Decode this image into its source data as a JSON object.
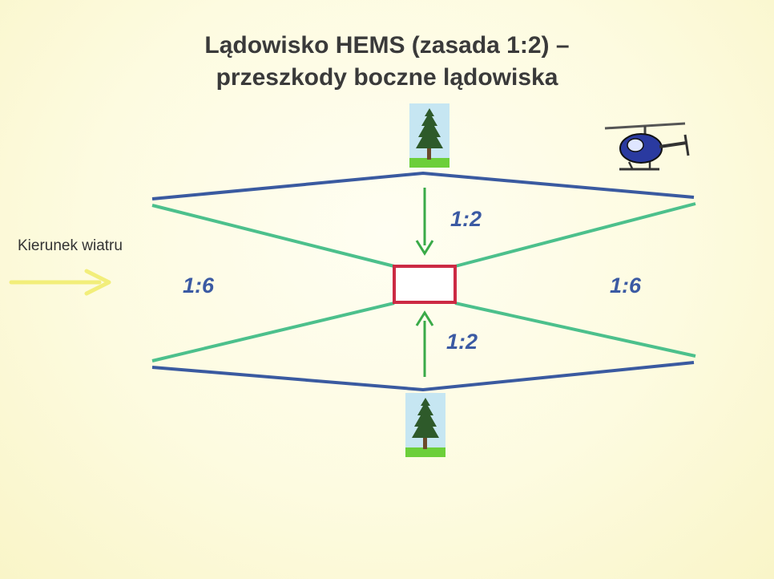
{
  "title": {
    "line1": "Lądowisko HEMS (zasada 1:2) –",
    "line2": "przeszkody boczne lądowiska"
  },
  "wind_label": "Kierunek wiatru",
  "ratios": {
    "top": "1:2",
    "bottom": "1:2",
    "left": "1:6",
    "right": "1:6"
  },
  "colors": {
    "boundary": "#3a5aa0",
    "slope": "#4cc08c",
    "pad": "#cc2a44",
    "arrow": "#3aaa48",
    "wind_arrow": "#f2ee7a",
    "ratio_text": "#3b5aa3"
  },
  "icons": {
    "tree": "conifer-tree-icon",
    "helicopter": "helicopter-icon"
  }
}
